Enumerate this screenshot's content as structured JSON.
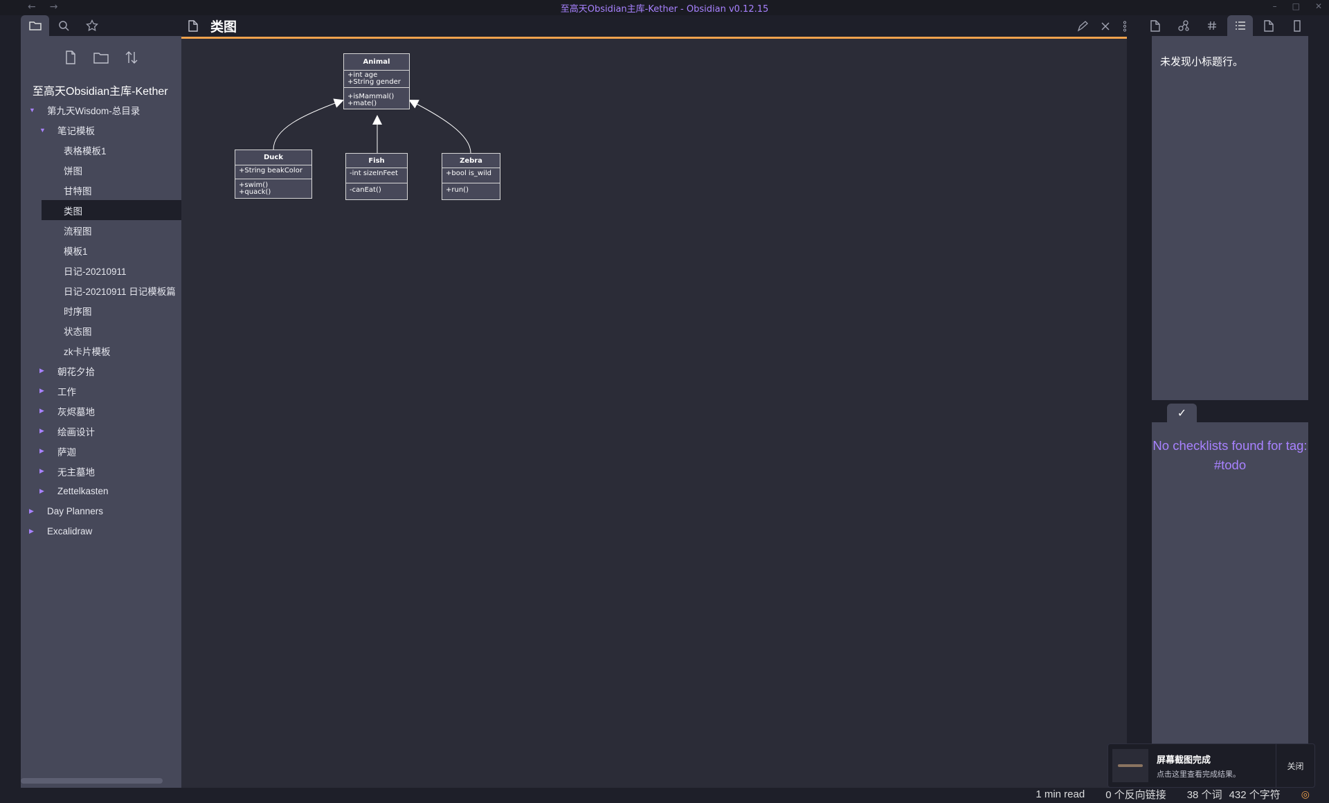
{
  "window": {
    "title": "至高天Obsidian主库-Kether - Obsidian v0.12.15",
    "nav_back": "←",
    "nav_forward": "→",
    "minimize": "–",
    "maximize": "□",
    "close": "✕"
  },
  "left_tabs": [
    {
      "name": "file-explorer",
      "icon": "folder-icon",
      "active": true
    },
    {
      "name": "search",
      "icon": "search-icon",
      "active": false
    },
    {
      "name": "starred",
      "icon": "star-icon",
      "active": false
    }
  ],
  "left_actions": [
    {
      "name": "new-note",
      "icon": "file-icon"
    },
    {
      "name": "new-folder",
      "icon": "folder-icon"
    },
    {
      "name": "sort",
      "icon": "sort-icon"
    }
  ],
  "vault_name": "至高天Obsidian主库-Kether",
  "tree": [
    {
      "label": "第九天Wisdom-总目录",
      "level": 0,
      "arrow": "▼"
    },
    {
      "label": "笔记模板",
      "level": 1,
      "arrow": "▼"
    },
    {
      "label": "表格模板1",
      "level": 2
    },
    {
      "label": "饼图",
      "level": 2
    },
    {
      "label": "甘特图",
      "level": 2
    },
    {
      "label": "类图",
      "level": 2,
      "active": true
    },
    {
      "label": "流程图",
      "level": 2
    },
    {
      "label": "模板1",
      "level": 2
    },
    {
      "label": "日记-20210911",
      "level": 2
    },
    {
      "label": "日记-20210911 日记模板篇",
      "level": 2
    },
    {
      "label": "时序图",
      "level": 2
    },
    {
      "label": "状态图",
      "level": 2
    },
    {
      "label": "zk卡片模板",
      "level": 2
    },
    {
      "label": "朝花夕拾",
      "level": 1,
      "arrow": "▶"
    },
    {
      "label": "工作",
      "level": 1,
      "arrow": "▶"
    },
    {
      "label": "灰烬墓地",
      "level": 1,
      "arrow": "▶"
    },
    {
      "label": "绘画设计",
      "level": 1,
      "arrow": "▶"
    },
    {
      "label": "萨迦",
      "level": 1,
      "arrow": "▶"
    },
    {
      "label": "无主墓地",
      "level": 1,
      "arrow": "▶"
    },
    {
      "label": "Zettelkasten",
      "level": 1,
      "arrow": "▶"
    },
    {
      "label": "Day Planners",
      "level": 0,
      "arrow": "▶"
    },
    {
      "label": "Excalidraw",
      "level": 0,
      "arrow": "▶"
    }
  ],
  "editor": {
    "title": "类图",
    "actions": [
      "edit-icon",
      "close-icon",
      "more-icon"
    ]
  },
  "uml": {
    "animal": {
      "name": "Animal",
      "fields": [
        "+int age",
        "+String gender"
      ],
      "methods": [
        "+isMammal()",
        "+mate()"
      ]
    },
    "duck": {
      "name": "Duck",
      "fields": [
        "+String beakColor"
      ],
      "methods": [
        "+swim()",
        "+quack()"
      ]
    },
    "fish": {
      "name": "Fish",
      "fields": [
        "-int sizeInFeet"
      ],
      "methods": [
        "-canEat()"
      ]
    },
    "zebra": {
      "name": "Zebra",
      "fields": [
        "+bool is_wild"
      ],
      "methods": [
        "+run()"
      ]
    }
  },
  "right_tabs": [
    {
      "name": "backlinks",
      "icon": "file-icon"
    },
    {
      "name": "graph",
      "icon": "graph-icon"
    },
    {
      "name": "tags",
      "icon": "hash-icon"
    },
    {
      "name": "outline",
      "icon": "list-icon",
      "active": true
    },
    {
      "name": "page",
      "icon": "file-icon"
    },
    {
      "name": "more",
      "icon": "file-icon"
    }
  ],
  "outline": {
    "empty_text": "未发现小标题行。"
  },
  "checklist": {
    "tab_icon": "✓",
    "message": "No checklists found for tag: #todo"
  },
  "status": {
    "read_time": "1 min read",
    "backlinks": "0 个反向链接",
    "words": "38 个词",
    "chars": "432 个字符",
    "sync_icon": "◎"
  },
  "toast": {
    "title": "屏幕截图完成",
    "subtitle": "点击这里查看完成结果。",
    "close_label": "关闭"
  },
  "colors": {
    "accent": "#a882ff",
    "active_line": "#f0a24d",
    "panel": "#464859",
    "editor_bg": "#2b2c37"
  }
}
